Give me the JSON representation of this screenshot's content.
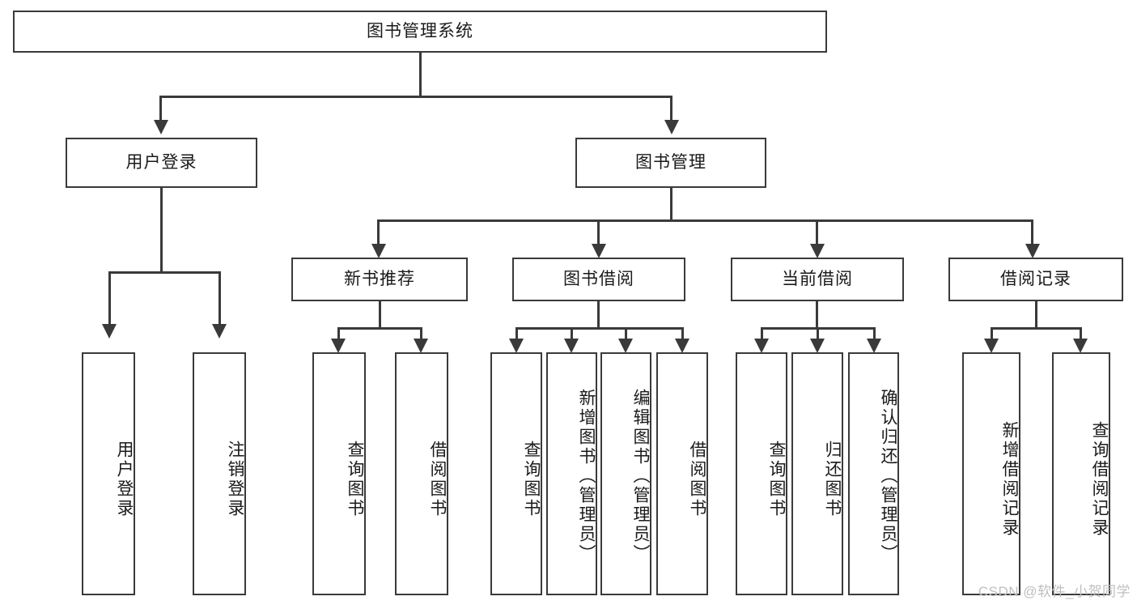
{
  "diagram": {
    "type": "tree-hierarchy",
    "title": "图书管理系统",
    "root": {
      "label": "图书管理系统"
    },
    "level2": [
      {
        "label": "用户登录"
      },
      {
        "label": "图书管理"
      }
    ],
    "level3": [
      {
        "label": "新书推荐"
      },
      {
        "label": "图书借阅"
      },
      {
        "label": "当前借阅"
      },
      {
        "label": "借阅记录"
      }
    ],
    "leaves": {
      "user_login": [
        {
          "label": "用户登录"
        },
        {
          "label": "注销登录"
        }
      ],
      "new_book_recommend": [
        {
          "label": "查询图书"
        },
        {
          "label": "借阅图书"
        }
      ],
      "book_borrow": [
        {
          "label": "查询图书"
        },
        {
          "label": "新增图书（管理员）"
        },
        {
          "label": "编辑图书（管理员）"
        },
        {
          "label": "借阅图书"
        }
      ],
      "current_borrow": [
        {
          "label": "查询图书"
        },
        {
          "label": "归还图书"
        },
        {
          "label": "确认归还（管理员）"
        }
      ],
      "borrow_record": [
        {
          "label": "新增借阅记录"
        },
        {
          "label": "查询借阅记录"
        }
      ]
    }
  },
  "watermark": {
    "text": "CSDN @软件_小贺同学"
  },
  "colors": {
    "border": "#3a3a3a",
    "background": "#ffffff",
    "text": "#1a1a1a",
    "watermark": "#bfbfbf"
  }
}
